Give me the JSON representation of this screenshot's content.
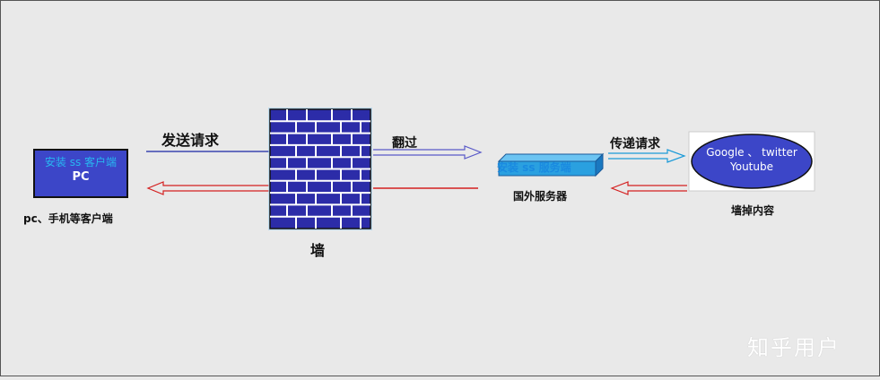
{
  "pc": {
    "top_text": "安装 ss 客户端",
    "main_text": "PC",
    "caption": "pc、手机等客户端"
  },
  "edges": {
    "send_request": "发送请求",
    "cross_over": "翻过",
    "relay_request": "传递请求"
  },
  "wall": {
    "caption": "墙"
  },
  "server": {
    "box_text": "安装 ss 服务端",
    "caption": "国外服务器"
  },
  "target": {
    "line1": "Google 、 twitter",
    "line2": "Youtube",
    "caption": "墙掉内容"
  },
  "watermark": "知乎用户",
  "colors": {
    "background": "#e9e9e9",
    "request_line": "#3a46b0",
    "response_line": "#d42020",
    "relay_line": "#1a9ad8",
    "box_blue": "#3c46c8",
    "server_blue": "#2aa0e0",
    "wall_blue": "#2c2ca8"
  }
}
